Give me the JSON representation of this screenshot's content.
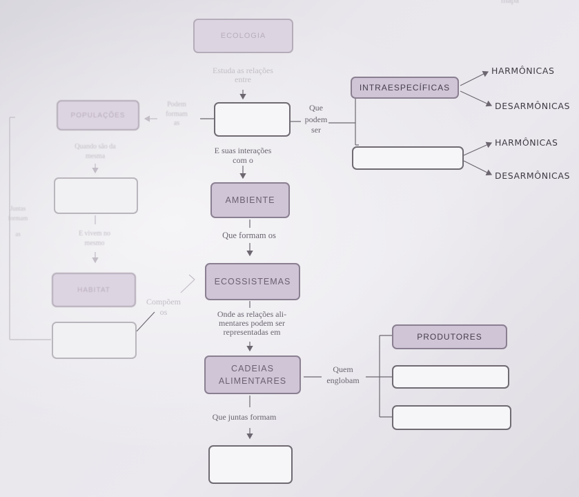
{
  "header": {
    "corner_text": "mapa"
  },
  "nodes": {
    "ecologia": "ECOLOGIA",
    "populacoes": "POPULAÇÕES",
    "ambiente": "AMBIENTE",
    "ecossistemas": "ECOSSISTEMAS",
    "habitat": "HABITAT",
    "cadeias_line1": "CADEIAS",
    "cadeias_line2": "ALIMENTARES",
    "intraespecificas": "INTRAESPECÍFICAS",
    "produtores": "PRODUTORES"
  },
  "labels": {
    "estuda_1": "Estuda as relações",
    "estuda_2": "entre",
    "podem_formam_1": "Podem",
    "podem_formam_2": "formam",
    "podem_formam_3": "as",
    "que_podem_ser_1": "Que",
    "que_podem_ser_2": "podem",
    "que_podem_ser_3": "ser",
    "suas_interacoes_1": "E suas interações",
    "suas_interacoes_2": "com o",
    "quando_sao_1": "Quando são da",
    "quando_sao_2": "mesma",
    "e_vivem_1": "E vivem no",
    "e_vivem_2": "mesmo",
    "juntas_formam_1": "Juntas",
    "juntas_formam_2": "formam",
    "juntas_formam_3": "as",
    "que_formam_os": "Que formam os",
    "compoem_1": "Compõem",
    "compoem_2": "os",
    "onde_1": "Onde as relações ali-",
    "onde_2": "mentares podem ser",
    "onde_3": "representadas em",
    "quem_1": "Quem",
    "quem_2": "englobam",
    "que_juntas_formam": "Que juntas formam"
  },
  "side_labels": {
    "harmonicas_1": "HARMÔNICAS",
    "desarmonicas_1": "DESARMÔNICAS",
    "harmonicas_2": "HARMÔNICAS",
    "desarmonicas_2": "DESARMÔNICAS"
  }
}
